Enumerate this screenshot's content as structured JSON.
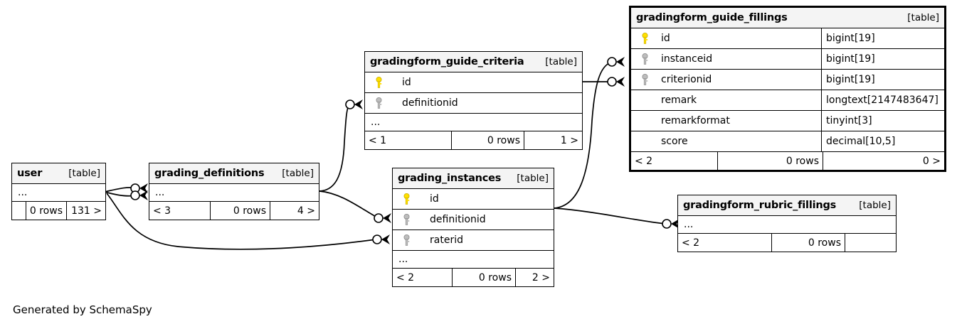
{
  "diagram": {
    "kind": "database-schema-erd",
    "credit": "Generated by SchemaSpy",
    "table_tag": "[table]",
    "rows_suffix": "0 rows",
    "ellipsis": "...",
    "colors": {
      "primary_key": "#ffe000",
      "foreign_key": "#b0b0b0",
      "node_border": "#000000",
      "header_bg": "#f4f4f4",
      "canvas_bg": "#ffffff",
      "edge": "#000000"
    }
  },
  "tables": {
    "guide_fillings": {
      "name": "gradingform_guide_fillings",
      "tag": "[table]",
      "columns": [
        {
          "name": "id",
          "type": "bigint[19]",
          "key": "primary-key-icon"
        },
        {
          "name": "instanceid",
          "type": "bigint[19]",
          "key": "foreign-key-icon"
        },
        {
          "name": "criterionid",
          "type": "bigint[19]",
          "key": "foreign-key-icon"
        },
        {
          "name": "remark",
          "type": "longtext[2147483647]",
          "key": "none"
        },
        {
          "name": "remarkformat",
          "type": "tinyint[3]",
          "key": "none"
        },
        {
          "name": "score",
          "type": "decimal[10,5]",
          "key": "none"
        }
      ],
      "footer": {
        "left": "< 2",
        "middle": "0 rows",
        "right": "0 >"
      }
    },
    "guide_criteria": {
      "name": "gradingform_guide_criteria",
      "tag": "[table]",
      "columns": [
        {
          "name": "id",
          "type": "",
          "key": "primary-key-icon"
        },
        {
          "name": "definitionid",
          "type": "",
          "key": "foreign-key-icon"
        }
      ],
      "more": "...",
      "footer": {
        "left": "< 1",
        "middle": "0 rows",
        "right": "1 >"
      }
    },
    "grading_instances": {
      "name": "grading_instances",
      "tag": "[table]",
      "columns": [
        {
          "name": "id",
          "type": "",
          "key": "primary-key-icon"
        },
        {
          "name": "definitionid",
          "type": "",
          "key": "foreign-key-icon"
        },
        {
          "name": "raterid",
          "type": "",
          "key": "foreign-key-icon"
        }
      ],
      "more": "...",
      "footer": {
        "left": "< 2",
        "middle": "0 rows",
        "right": "2 >"
      }
    },
    "grading_definitions": {
      "name": "grading_definitions",
      "tag": "[table]",
      "more": "...",
      "footer": {
        "left": "< 3",
        "middle": "0 rows",
        "right": "4 >"
      }
    },
    "user": {
      "name": "user",
      "tag": "[table]",
      "more": "...",
      "footer": {
        "left": "",
        "middle": "0 rows",
        "right": "131 >"
      }
    },
    "rubric_fillings": {
      "name": "gradingform_rubric_fillings",
      "tag": "[table]",
      "more": "...",
      "footer": {
        "left": "< 2",
        "middle": "0 rows",
        "right": ""
      }
    }
  },
  "relationships": [
    {
      "from": "grading_definitions",
      "to": "guide_criteria.definitionid"
    },
    {
      "from": "guide_criteria.id",
      "to": "guide_fillings.criterionid"
    },
    {
      "from": "grading_instances",
      "to": "guide_fillings.instanceid"
    },
    {
      "from": "grading_definitions",
      "to": "grading_instances.definitionid"
    },
    {
      "from": "user",
      "to": "grading_instances.raterid"
    },
    {
      "from": "user",
      "to": "grading_definitions"
    },
    {
      "from": "grading_instances",
      "to": "rubric_fillings"
    }
  ]
}
